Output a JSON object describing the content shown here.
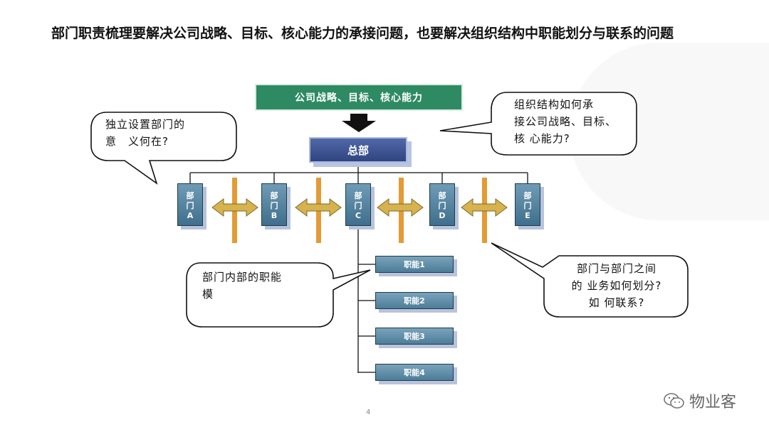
{
  "title": "部门职责梳理要解决公司战略、目标、核心能力的承接问题，也要解决组织结构中职能划分与联系的问题",
  "strategy_box": "公司战略、目标、核心能力",
  "hq_box": "总部",
  "departments": [
    {
      "line1": "部",
      "line2": "门",
      "letter": "A"
    },
    {
      "line1": "部",
      "line2": "门",
      "letter": "B"
    },
    {
      "line1": "部",
      "line2": "门",
      "letter": "C"
    },
    {
      "line1": "部",
      "line2": "门",
      "letter": "D"
    },
    {
      "line1": "部",
      "line2": "门",
      "letter": "E"
    }
  ],
  "functions": [
    "职能1",
    "职能2",
    "职能3",
    "职能4"
  ],
  "bubbles": {
    "dept_meaning": {
      "line1": "独立设置部门的",
      "line2": "意　义何在?"
    },
    "org_structure": {
      "line1": "组织结构如何承",
      "line2": "接公司战略、目标、",
      "line3": "核 心能力?"
    },
    "internal_function": {
      "line1": "部门内部的职能",
      "line2": "模"
    },
    "dept_relation": {
      "line1": "部门与部门之间",
      "line2": "的 业务如何划分?",
      "line3": "如 何联系?"
    }
  },
  "page_number": "4",
  "brand": {
    "name": "物业客",
    "icon": "wechat-icon"
  },
  "colors": {
    "strategy": "#2e8a63",
    "hq": "#3a5190",
    "dept": "#4f7f9b",
    "divider": "#e39b35",
    "arrow": "#d7b24d"
  }
}
